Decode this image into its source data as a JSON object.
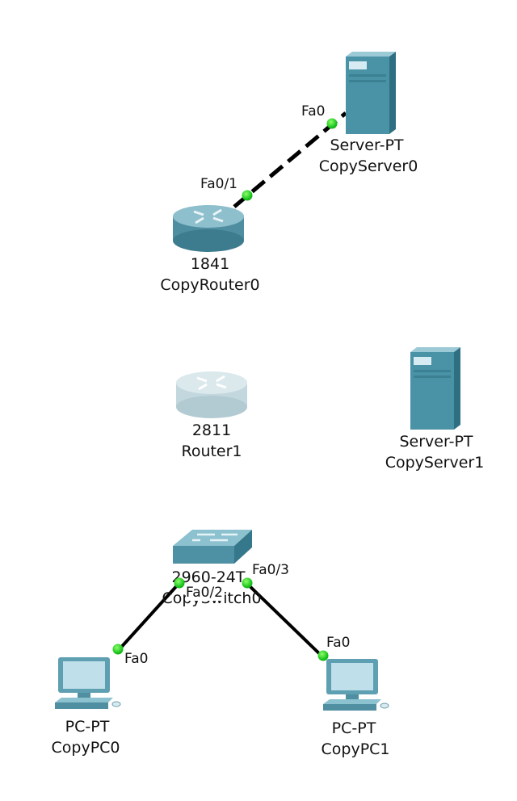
{
  "devices": {
    "copy_server0": {
      "model": "Server-PT",
      "name": "CopyServer0"
    },
    "copy_router0": {
      "model": "1841",
      "name": "CopyRouter0"
    },
    "router1": {
      "model": "2811",
      "name": "Router1"
    },
    "copy_server1": {
      "model": "Server-PT",
      "name": "CopyServer1"
    },
    "copy_switch0": {
      "model": "2960-24T",
      "name": "CopySwitch0"
    },
    "copy_pc0": {
      "model": "PC-PT",
      "name": "CopyPC0"
    },
    "copy_pc1": {
      "model": "PC-PT",
      "name": "CopyPC1"
    }
  },
  "ports": {
    "server0_fa0": "Fa0",
    "router0_fa01": "Fa0/1",
    "switch_fa02": "Fa0/2",
    "switch_fa03": "Fa0/3",
    "pc0_fa0": "Fa0",
    "pc1_fa0": "Fa0"
  },
  "links": [
    {
      "from": "CopyRouter0 Fa0/1",
      "to": "CopyServer0 Fa0",
      "style": "dashed"
    },
    {
      "from": "CopySwitch0 Fa0/2",
      "to": "CopyPC0 Fa0",
      "style": "solid"
    },
    {
      "from": "CopySwitch0 Fa0/3",
      "to": "CopyPC1 Fa0",
      "style": "solid"
    }
  ],
  "colors": {
    "link": "#000000",
    "port_up": "#1fd21f",
    "server": "#4a93a6",
    "router_active": "#6fa9b9",
    "router_inactive": "#c6dbe1",
    "switch": "#5d9db1",
    "pc_screen": "#a9d3df"
  }
}
